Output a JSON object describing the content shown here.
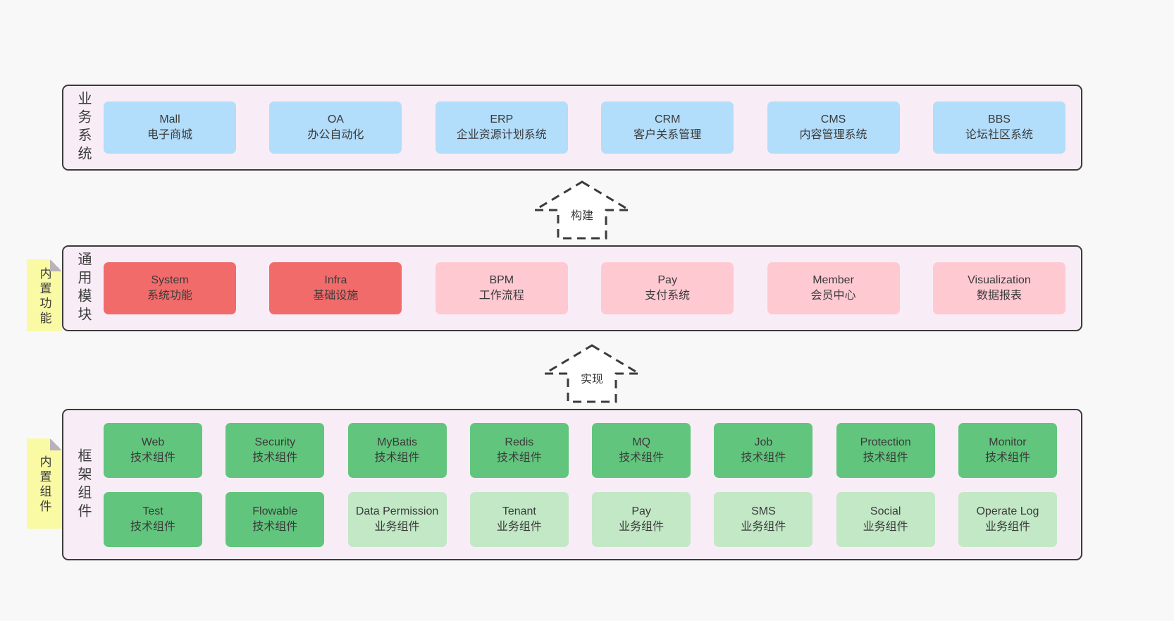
{
  "diagram": {
    "arrows": [
      {
        "label": "构建"
      },
      {
        "label": "实现"
      }
    ],
    "sections": [
      {
        "id": "business-systems",
        "label": "业务系统",
        "note": null,
        "box_rows": [
          [
            {
              "name": "Mall",
              "subtitle": "电子商城",
              "type": "blue"
            },
            {
              "name": "OA",
              "subtitle": "办公自动化",
              "type": "blue"
            },
            {
              "name": "ERP",
              "subtitle": "企业资源计划系统",
              "type": "blue"
            },
            {
              "name": "CRM",
              "subtitle": "客户关系管理",
              "type": "blue"
            },
            {
              "name": "CMS",
              "subtitle": "内容管理系统",
              "type": "blue"
            },
            {
              "name": "BBS",
              "subtitle": "论坛社区系统",
              "type": "blue"
            }
          ]
        ]
      },
      {
        "id": "common-modules",
        "label": "通用模块",
        "note": "内置功能",
        "box_rows": [
          [
            {
              "name": "System",
              "subtitle": "系统功能",
              "type": "red"
            },
            {
              "name": "Infra",
              "subtitle": "基础设施",
              "type": "red"
            },
            {
              "name": "BPM",
              "subtitle": "工作流程",
              "type": "pink"
            },
            {
              "name": "Pay",
              "subtitle": "支付系统",
              "type": "pink"
            },
            {
              "name": "Member",
              "subtitle": "会员中心",
              "type": "pink"
            },
            {
              "name": "Visualization",
              "subtitle": "数据报表",
              "type": "pink"
            }
          ]
        ]
      },
      {
        "id": "framework-components",
        "label": "框架组件",
        "note": "内置组件",
        "box_rows": [
          [
            {
              "name": "Web",
              "subtitle": "技术组件",
              "type": "green"
            },
            {
              "name": "Security",
              "subtitle": "技术组件",
              "type": "green"
            },
            {
              "name": "MyBatis",
              "subtitle": "技术组件",
              "type": "green"
            },
            {
              "name": "Redis",
              "subtitle": "技术组件",
              "type": "green"
            },
            {
              "name": "MQ",
              "subtitle": "技术组件",
              "type": "green"
            },
            {
              "name": "Job",
              "subtitle": "技术组件",
              "type": "green"
            },
            {
              "name": "Protection",
              "subtitle": "技术组件",
              "type": "green"
            },
            {
              "name": "Monitor",
              "subtitle": "技术组件",
              "type": "green"
            }
          ],
          [
            {
              "name": "Test",
              "subtitle": "技术组件",
              "type": "green"
            },
            {
              "name": "Flowable",
              "subtitle": "技术组件",
              "type": "green"
            },
            {
              "name": "Data Permission",
              "subtitle": "业务组件",
              "type": "light-green"
            },
            {
              "name": "Tenant",
              "subtitle": "业务组件",
              "type": "light-green"
            },
            {
              "name": "Pay",
              "subtitle": "业务组件",
              "type": "light-green"
            },
            {
              "name": "SMS",
              "subtitle": "业务组件",
              "type": "light-green"
            },
            {
              "name": "Social",
              "subtitle": "业务组件",
              "type": "light-green"
            },
            {
              "name": "Operate Log",
              "subtitle": "业务组件",
              "type": "light-green"
            }
          ]
        ]
      }
    ]
  },
  "palette": {
    "background": "#f8f8f8",
    "container_fill": "#f8edf6",
    "line": "#3b3b3b",
    "text": "#3b3b3b",
    "blue": "#b2ddfb",
    "red": "#f16b6b",
    "pink": "#ffc9d2",
    "green": "#62c57d",
    "light_green": "#c2e8c6",
    "yellow": "#fafaa5",
    "fold_gray": "#b9b3b9",
    "arrow_fill": "#ffffff"
  }
}
